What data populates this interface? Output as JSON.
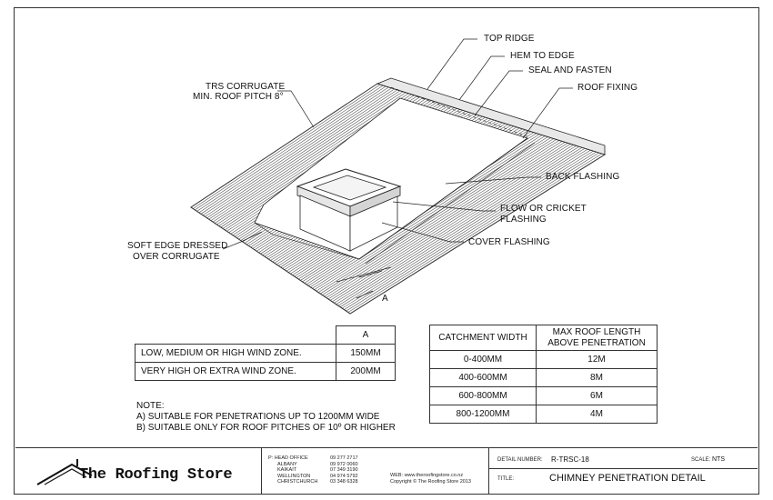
{
  "callouts": {
    "top_ridge": "TOP RIDGE",
    "hem_to_edge": "HEM TO EDGE",
    "seal_and_fasten": "SEAL AND FASTEN",
    "roof_fixing": "ROOF FIXING",
    "trs_line1": "TRS CORRUGATE",
    "trs_line2": "MIN. ROOF PITCH 8°",
    "back_flashing": "BACK FLASHING",
    "flow_line1": "FLOW OR CRICKET",
    "flow_line2": "FLASHING",
    "cover_flashing": "COVER FLASHING",
    "soft_line1": "SOFT EDGE DRESSED",
    "soft_line2": "OVER CORRUGATE",
    "dimension_a": "A"
  },
  "wind_table": {
    "header_a": "A",
    "rows": [
      {
        "zone": "LOW, MEDIUM OR HIGH WIND ZONE.",
        "a": "150MM"
      },
      {
        "zone": "VERY HIGH OR EXTRA WIND ZONE.",
        "a": "200MM"
      }
    ]
  },
  "catchment_table": {
    "header_width": "CATCHMENT WIDTH",
    "header_length_line1": "MAX ROOF LENGTH",
    "header_length_line2": "ABOVE PENETRATION",
    "rows": [
      {
        "width": "0-400MM",
        "length": "12M"
      },
      {
        "width": "400-600MM",
        "length": "8M"
      },
      {
        "width": "600-800MM",
        "length": "6M"
      },
      {
        "width": "800-1200MM",
        "length": "4M"
      }
    ]
  },
  "notes": {
    "heading": "NOTE:",
    "a": "A) SUITABLE FOR PENETRATIONS UP TO 1200MM WIDE",
    "b": "B) SUITABLE ONLY FOR ROOF PITCHES OF 10º OR HIGHER"
  },
  "title_block": {
    "logo": "The Roofing Store",
    "offices": [
      {
        "name": "P: HEAD OFFICE",
        "phone": "09 277 2717"
      },
      {
        "name": "ALBANY",
        "phone": "09 972 0060"
      },
      {
        "name": "KAIKAIT",
        "phone": "07 349 3190"
      },
      {
        "name": "WELLINGTON",
        "phone": "04 974 5792"
      },
      {
        "name": "CHRISTCHURCH",
        "phone": "03 348 6328"
      }
    ],
    "web": "WEB: www.theroofingstore.co.nz",
    "copyright": "Copyright © The Roofing Store 2013",
    "detail_number_label": "DETAIL NUMBER:",
    "detail_number": "R-TRSC-18",
    "scale_label": "SCALE:",
    "scale": "NTS",
    "title_label": "TITLE:",
    "title": "CHIMNEY PENETRATION DETAIL"
  }
}
